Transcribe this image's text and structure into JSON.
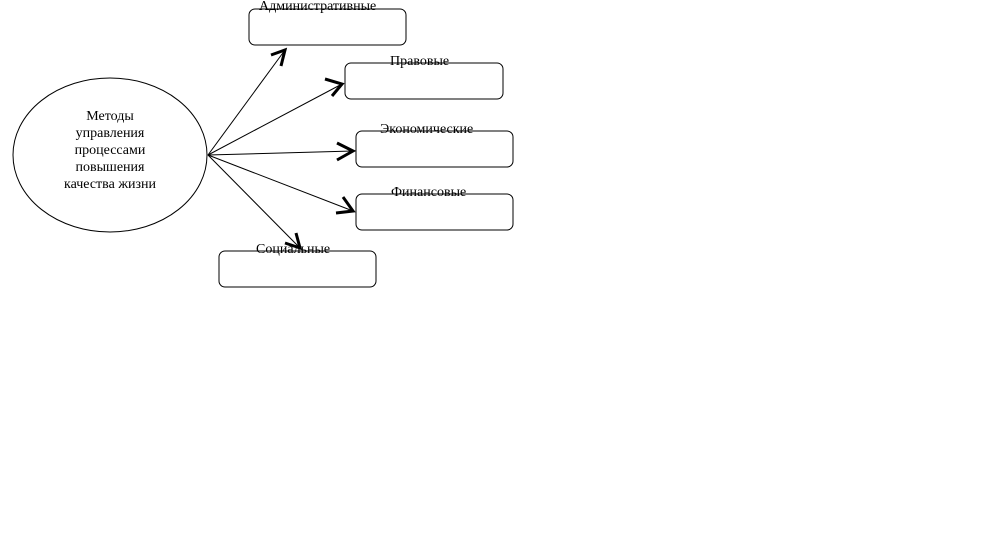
{
  "center": {
    "lines": [
      "Методы",
      "управления",
      "процессами",
      "повышения",
      "качества жизни"
    ]
  },
  "methods": [
    {
      "label": "Административные"
    },
    {
      "label": "Правовые"
    },
    {
      "label": "Экономические"
    },
    {
      "label": "Финансовые"
    },
    {
      "label": "Социальные"
    }
  ]
}
